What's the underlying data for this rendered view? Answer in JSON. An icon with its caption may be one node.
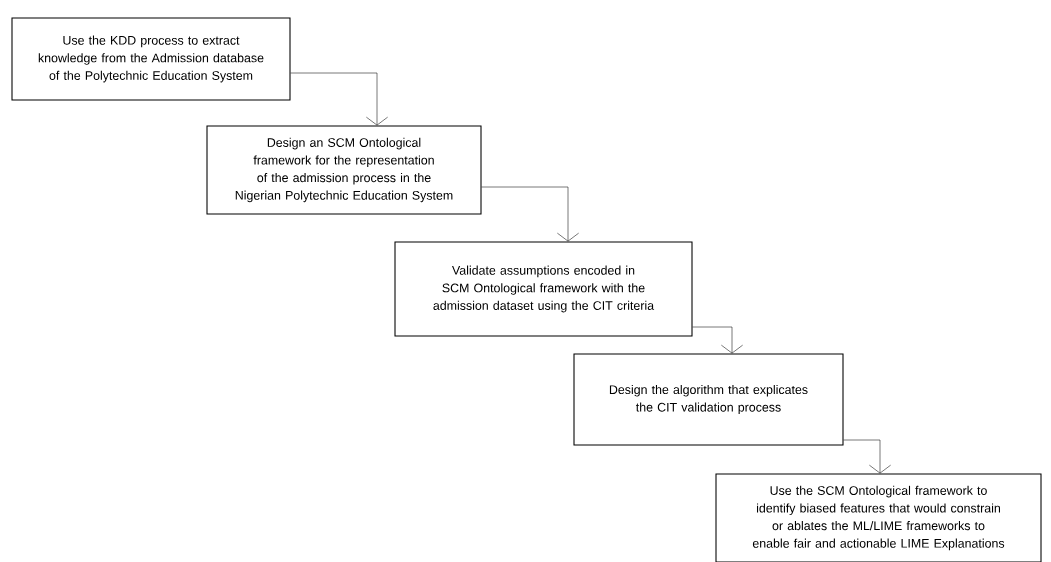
{
  "diagram": {
    "nodes": [
      {
        "text": [
          "Use the KDD process to extract knowledge from the Admission database of the Polytechnic Education System"
        ]
      },
      {
        "text": [
          "Design an SCM Ontological framework for the representation of the admission process in the Nigerian Polytechnic Education System"
        ]
      },
      {
        "text": [
          "Validate assumptions encoded in SCM Ontological framework with the admission dataset using the CIT criteria"
        ]
      },
      {
        "text": [
          "Design the algorithm that explicates the CIT validation process"
        ]
      },
      {
        "text": [
          "Use the SCM Ontological framework to identify biased features that would constrain or ablates the ML/LIME frameworks to enable fair and actionable LIME Explanations"
        ]
      }
    ],
    "edges": [
      {
        "from": 0,
        "to": 1,
        "arrow": "to"
      },
      {
        "from": 1,
        "to": 2,
        "arrow": "to"
      },
      {
        "from": 2,
        "to": 3,
        "arrow": "to"
      },
      {
        "from": 3,
        "to": 4,
        "arrow": "to"
      }
    ]
  }
}
